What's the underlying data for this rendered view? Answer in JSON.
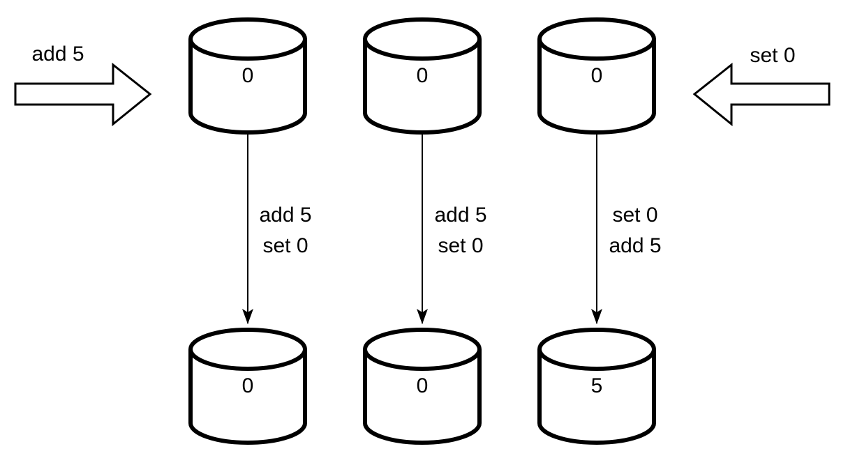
{
  "diagram": {
    "description": "Three replica databases receiving operations in different orders",
    "colors": {
      "background": "#ffffff",
      "stroke": "#000000",
      "shape_fill": "#ffffff"
    },
    "left_annotation": {
      "label": "add 5",
      "direction": "right"
    },
    "right_annotation": {
      "label": "set 0",
      "direction": "left"
    },
    "nodes": {
      "top": [
        {
          "value": "0"
        },
        {
          "value": "0"
        },
        {
          "value": "0"
        }
      ],
      "bottom": [
        {
          "value": "0"
        },
        {
          "value": "0"
        },
        {
          "value": "5"
        }
      ]
    },
    "edges": [
      {
        "line1": "add 5",
        "line2": "set 0"
      },
      {
        "line1": "add 5",
        "line2": "set 0"
      },
      {
        "line1": "set 0",
        "line2": "add 5"
      }
    ]
  }
}
